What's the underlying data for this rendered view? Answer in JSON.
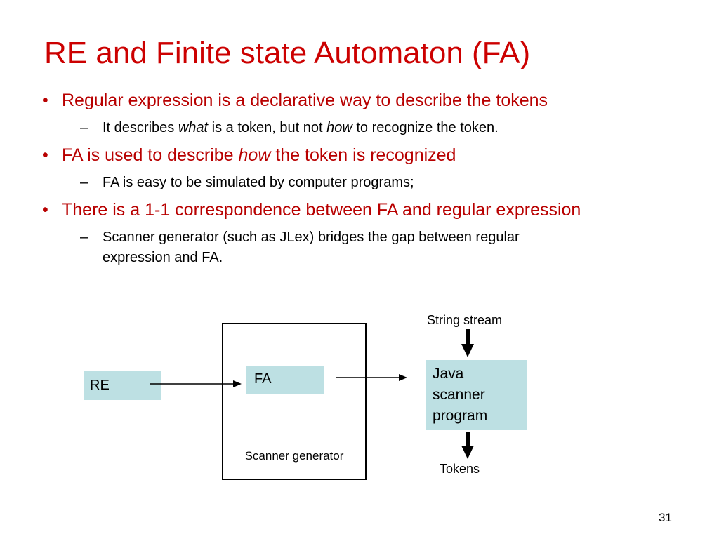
{
  "colors": {
    "title": "#cc0000",
    "bullet": "#b80000",
    "box_fill": "#bde0e3",
    "line": "#000000"
  },
  "slide": {
    "title": "RE and Finite state Automaton (FA)",
    "page_number": "31",
    "bullets": [
      {
        "mark": "•",
        "text": "Regular expression is a declarative way to describe the tokens",
        "sub": [
          {
            "mark": "–",
            "parts": [
              "It describes ",
              "what",
              " is a token, but not ",
              "how",
              " to recognize the token."
            ]
          }
        ]
      },
      {
        "mark": "•",
        "parts": [
          "FA is used to describe ",
          "how",
          " the token is recognized"
        ],
        "sub": [
          {
            "mark": "–",
            "text": "FA is easy to be simulated by computer programs;"
          }
        ]
      },
      {
        "mark": "•",
        "text": "There is a 1-1 correspondence between FA and regular expression",
        "sub": [
          {
            "mark": "–",
            "line1": "Scanner generator (such as JLex) bridges the gap between regular",
            "line2": "expression and FA."
          }
        ]
      }
    ]
  },
  "diagram": {
    "re_label": "RE",
    "fa_label": "FA",
    "generator_label": "Scanner generator",
    "java_lines": [
      "Java",
      "scanner",
      "program"
    ],
    "string_stream_label": "String stream",
    "tokens_label": "Tokens"
  }
}
